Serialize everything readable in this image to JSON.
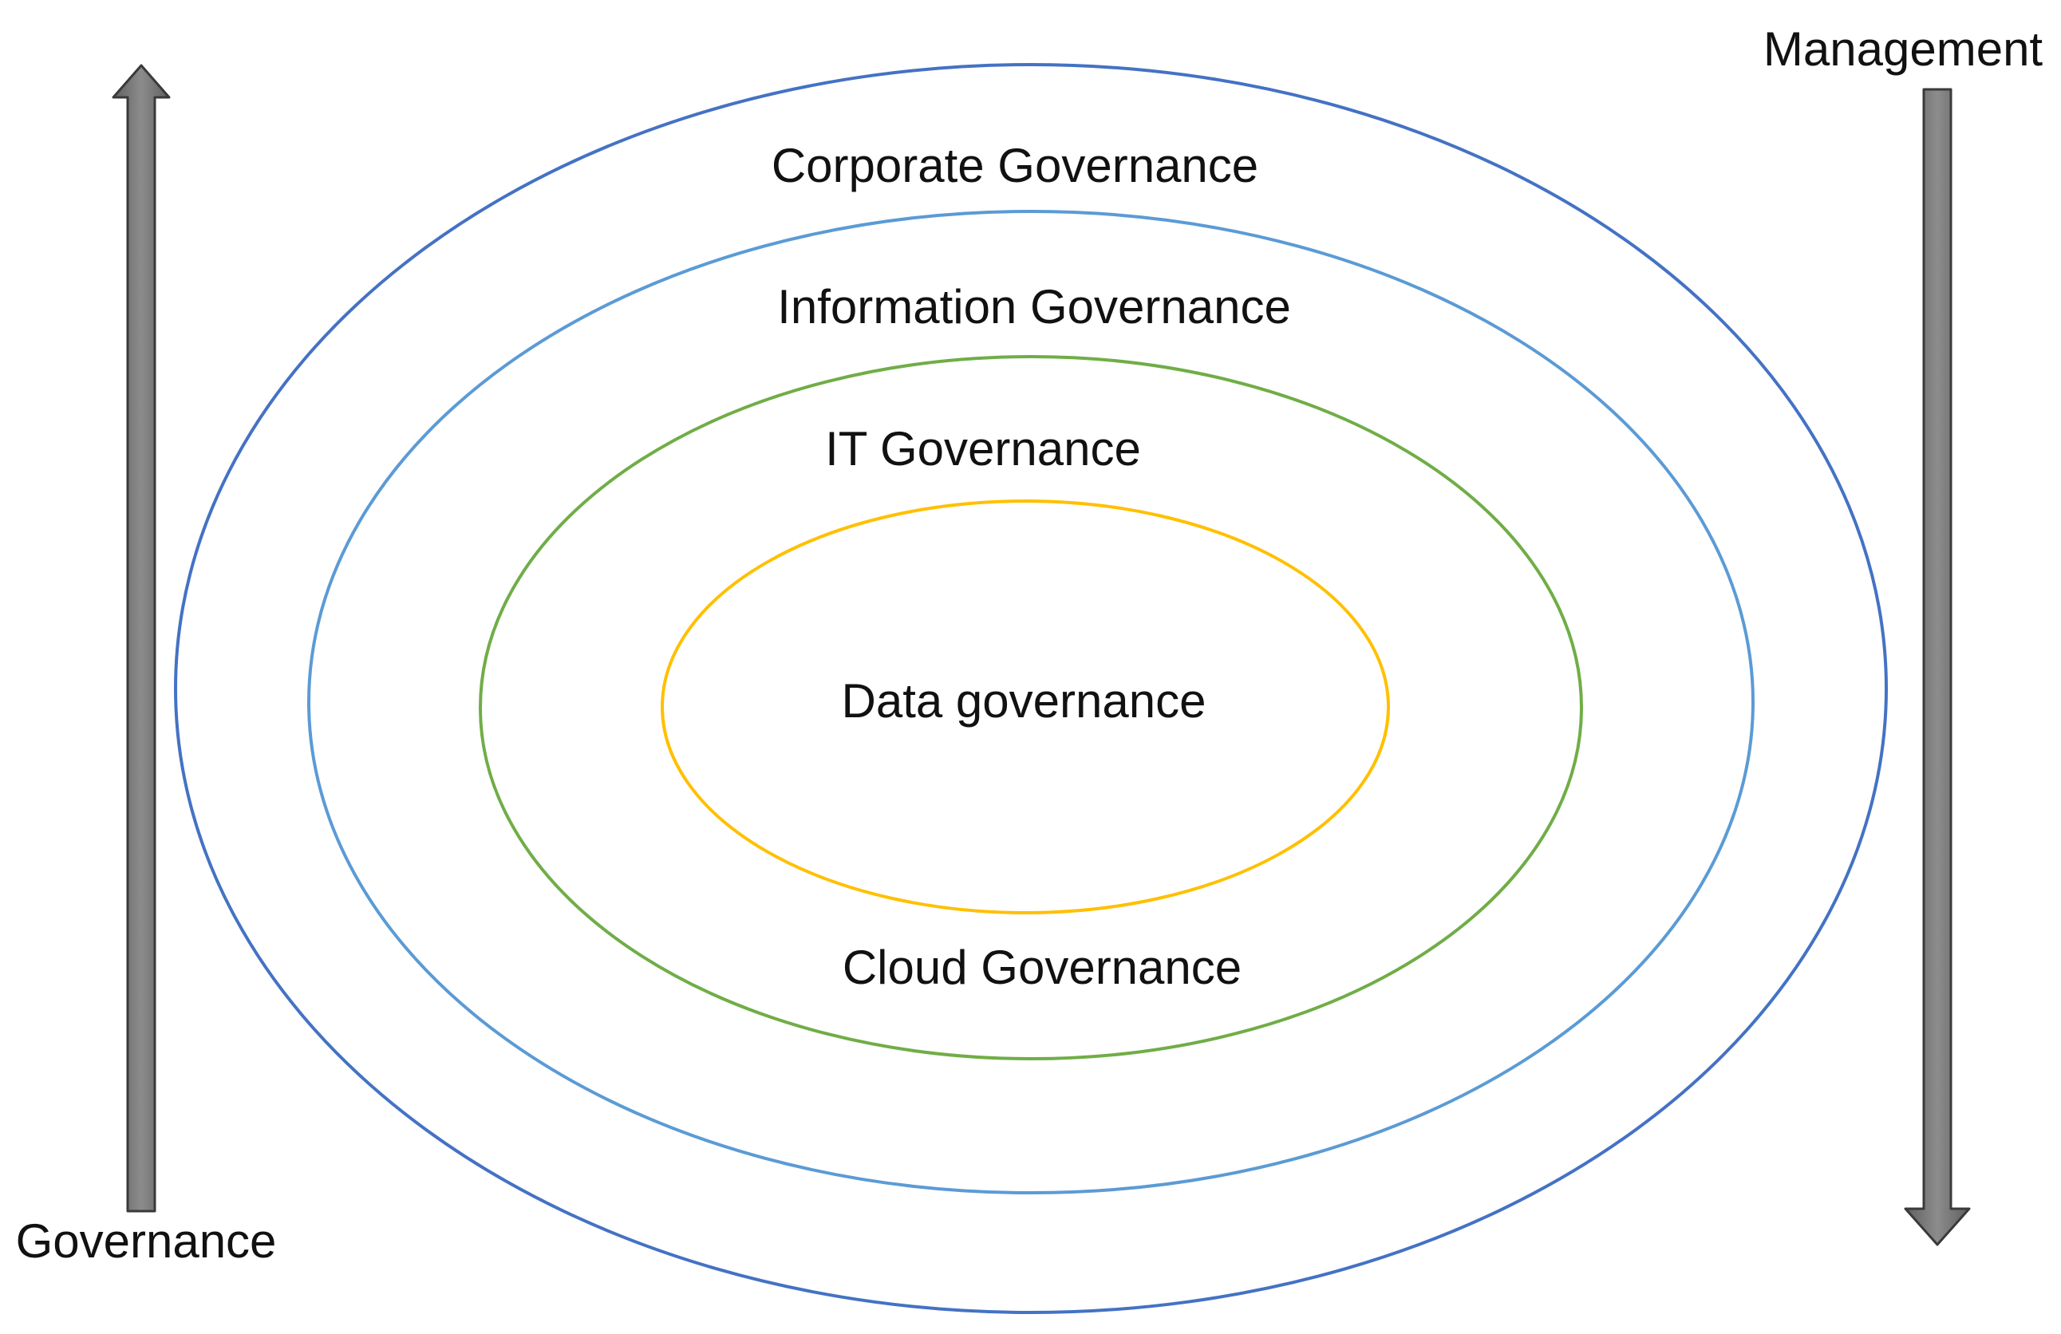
{
  "diagram": {
    "rings": [
      {
        "id": "corporate",
        "label": "Corporate Governance",
        "color": "#4472C4"
      },
      {
        "id": "information",
        "label": "Information Governance",
        "color": "#5B9BD5"
      },
      {
        "id": "it",
        "label": "IT Governance",
        "color": "#70AD47"
      },
      {
        "id": "data",
        "label": "Data governance",
        "color": "#FFC000"
      }
    ],
    "inner_label": "Cloud Governance",
    "arrows": {
      "governance": {
        "label": "Governance",
        "direction": "up",
        "color": "#7F7F7F"
      },
      "management": {
        "label": "Management",
        "direction": "down",
        "color": "#7F7F7F"
      }
    }
  }
}
